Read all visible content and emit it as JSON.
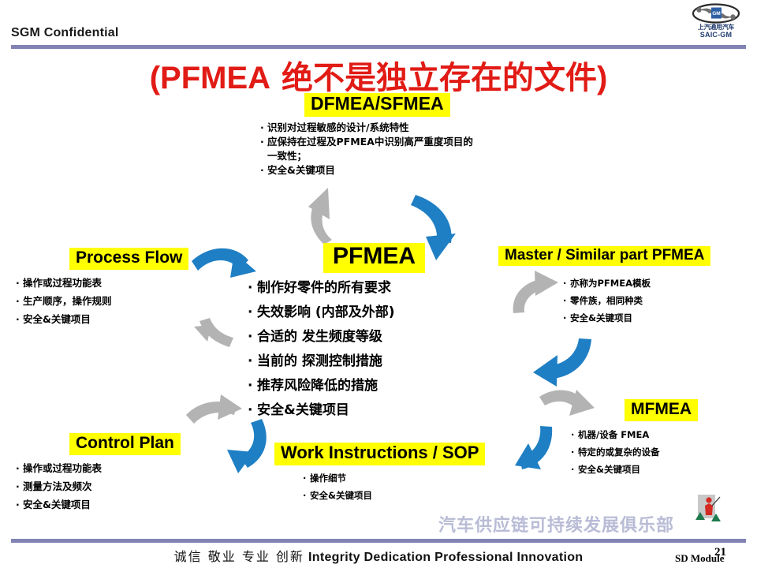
{
  "header": {
    "confidential_label": "SGM Confidential",
    "logo": {
      "cn_name": "上汽通用汽车",
      "en_name": "SAIC-GM",
      "badge_text": "GM"
    }
  },
  "title": {
    "open_paren": "(",
    "latin": "PFMEA",
    "chinese": " 绝不是独立存在的文件",
    "close_paren": ")",
    "color": "#e11b15"
  },
  "colors": {
    "highlight_yellow": "#ffff00",
    "arrow_blue": "#1f7fc4",
    "arrow_gray": "#b3b3b3",
    "rule_purple": "#8283b4",
    "title_red": "#e11b15"
  },
  "blocks": {
    "dfmea": {
      "heading": "DFMEA/SFMEA",
      "bullets": [
        "识别对过程敏感的设计/系统特性",
        "应保持在过程及PFMEA中识别高严重度项目的",
        "一致性；",
        "安全&关键项目"
      ]
    },
    "process_flow": {
      "heading": "Process Flow",
      "bullets": [
        "操作或过程功能表",
        "生产顺序，操作规则",
        "安全&关键项目"
      ]
    },
    "pfmea": {
      "heading": "PFMEA",
      "bullets": [
        "制作好零件的所有要求",
        "失效影响 (内部及外部)",
        "合适的 发生频度等级",
        "当前的 探测控制措施",
        "推荐风险降低的措施",
        "安全&关键项目"
      ]
    },
    "master_similar": {
      "heading": "Master / Similar  part PFMEA",
      "bullets": [
        "亦称为PFMEA模板",
        "零件族，相同种类",
        "安全&关键项目"
      ]
    },
    "mfmea": {
      "heading": "MFMEA",
      "bullets": [
        "机器/设备 FMEA",
        "特定的或复杂的设备",
        "安全&关键项目"
      ]
    },
    "work_instructions": {
      "heading": "Work Instructions  / SOP",
      "bullets": [
        "操作细节",
        "安全&关键项目"
      ]
    },
    "control_plan": {
      "heading": "Control  Plan",
      "bullets": [
        "操作或过程功能表",
        "测量方法及频次",
        "安全&关键项目"
      ]
    }
  },
  "footer": {
    "slogan_cn": "诚信 敬业 专业 创新",
    "slogan_en": "Integrity  Dedication  Professional  Innovation",
    "module_label": "SD Module",
    "page_number": "21",
    "watermark_text": "汽车供应链可持续发展俱乐部"
  }
}
